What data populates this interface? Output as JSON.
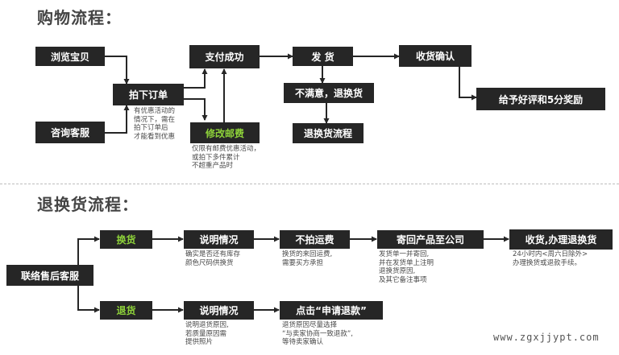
{
  "purchase": {
    "title": "购物流程：",
    "nodes": {
      "browse": "浏览宝贝",
      "order": "拍下订单",
      "consult": "咨询客服",
      "pay": "支付成功",
      "ship": "发  货",
      "confirm": "收货确认",
      "modify_postage": "修改邮费",
      "dissatisfied": "不满意，退换货",
      "return_flow": "退换货流程",
      "review": "给予好评和5分奖励"
    },
    "notes": {
      "discount": [
        "有优惠活动的",
        "情况下，需在",
        "拍下订单后",
        "才能看到优惠"
      ],
      "postage": [
        "仅限有邮费优惠活动，",
        "或拍下多件累计",
        "不超重产品时"
      ]
    }
  },
  "returns": {
    "title": "退换货流程：",
    "nodes": {
      "service": "联络售后客服",
      "exchange": "换货",
      "explain1": "说明情况",
      "no_photo": "不拍运费",
      "send_back": "寄回产品至公司",
      "receive": "收货,办理退换货",
      "refund": "退货",
      "explain2": "说明情况",
      "apply": "点击“申请退款”"
    },
    "notes": {
      "explain1": [
        "确实是否还有库存",
        "颜色尺码供换货"
      ],
      "no_photo": [
        "换货的来回运费,",
        "需要买方承担"
      ],
      "send_back": [
        "发货单一并寄回,",
        "并在发货单上注明",
        "退换货原因,",
        "及其它备注事项"
      ],
      "receive": [
        "24小时内<周六日除外>",
        "办理换货或退款手续。"
      ],
      "explain2": [
        "说明退货原因,",
        "若质量原因需",
        "提供照片"
      ],
      "apply": [
        "退货原因尽量选择",
        "“与卖家协商一致退款”,",
        "等待卖家确认"
      ]
    }
  },
  "watermark": "www.zgxjjypt.com"
}
